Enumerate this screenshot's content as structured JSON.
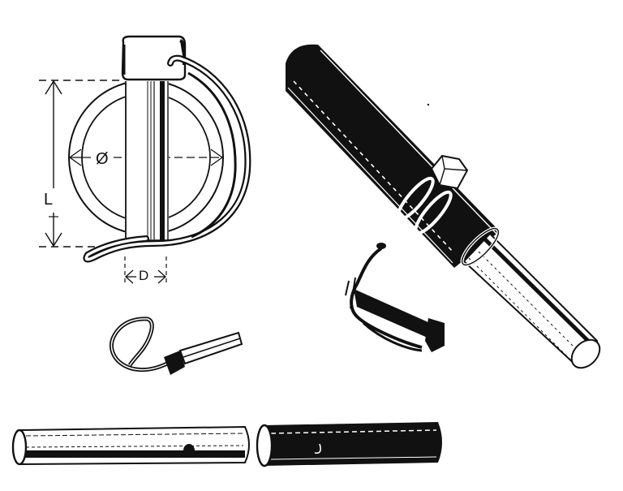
{
  "figure": {
    "subject": "Linch pin (lynch pin) with tube/sleeve application views",
    "colors": {
      "ink": "#111111",
      "paper": "#ffffff"
    },
    "dimension_labels": {
      "diameter": "Ø",
      "length": "L",
      "pin_diameter": "D"
    },
    "views": [
      {
        "id": "dimensioned-front-view",
        "description": "Linch pin front view with ring, dimensioned Ø, L, D"
      },
      {
        "id": "pin-in-tube-view",
        "description": "Linch pin installed through telescoping black tube"
      },
      {
        "id": "pin-perspective-small",
        "description": "Small perspective sketch of loose linch pin"
      },
      {
        "id": "pin-perspective-dark",
        "description": "Dark perspective sketch of linch pin"
      },
      {
        "id": "tube-with-hole",
        "description": "Light tube with cross hole"
      },
      {
        "id": "tube-dark-with-hole",
        "description": "Dark tube with cross hole"
      }
    ]
  }
}
